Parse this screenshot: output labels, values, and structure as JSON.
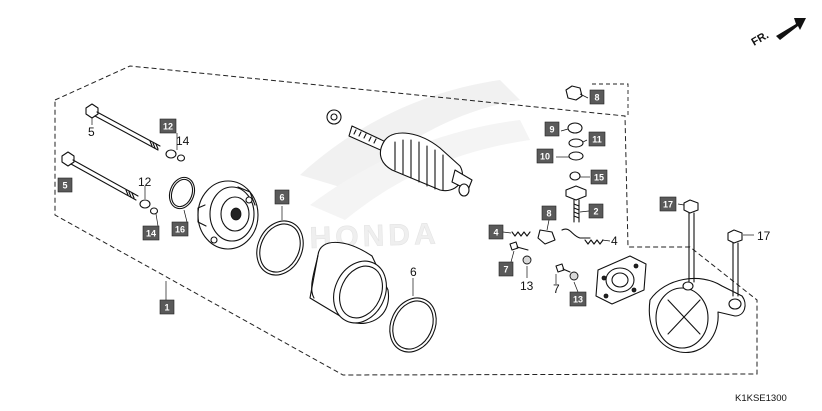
{
  "direction_indicator": {
    "label": "FR."
  },
  "diagram_code": "K1KSE1300",
  "watermark": {
    "text": "HONDA"
  },
  "callouts_boxed": [
    {
      "id": "1"
    },
    {
      "id": "2"
    },
    {
      "id": "4"
    },
    {
      "id": "5"
    },
    {
      "id": "6"
    },
    {
      "id": "7"
    },
    {
      "id": "8a"
    },
    {
      "id": "8b"
    },
    {
      "id": "9"
    },
    {
      "id": "10"
    },
    {
      "id": "11"
    },
    {
      "id": "12"
    },
    {
      "id": "13"
    },
    {
      "id": "14"
    },
    {
      "id": "15"
    },
    {
      "id": "16"
    },
    {
      "id": "17"
    }
  ],
  "labels": {
    "b1": "1",
    "b2": "2",
    "b4": "4",
    "b5": "5",
    "b6": "6",
    "b7": "7",
    "b8a": "8",
    "b8b": "8",
    "b9": "9",
    "b10": "10",
    "b11": "11",
    "b12": "12",
    "b13": "13",
    "b14": "14",
    "b15": "15",
    "b16": "16",
    "b17": "17",
    "p5": "5",
    "p14": "14",
    "p12": "12",
    "p6": "6",
    "p13": "13",
    "p7": "7",
    "p4": "4",
    "p17": "17"
  }
}
